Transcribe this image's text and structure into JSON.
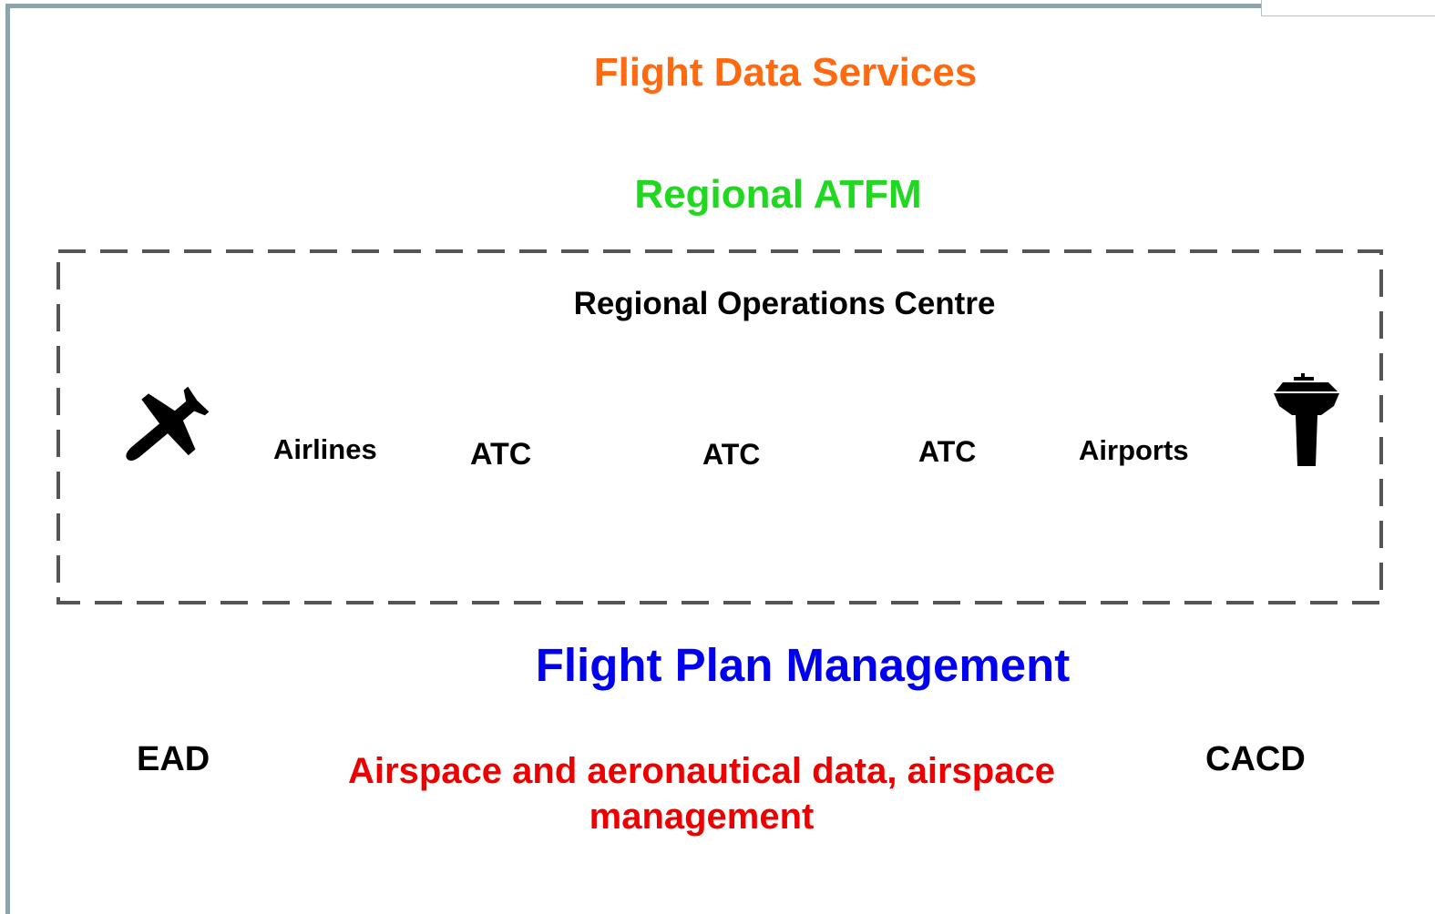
{
  "diagram": {
    "title_flight_data_services": "Flight Data Services",
    "title_regional_atfm": "Regional ATFM",
    "regional_operations_centre": {
      "label": "Regional Operations Centre",
      "members": {
        "airlines": "Airlines",
        "atc_1": "ATC",
        "atc_2": "ATC",
        "atc_3": "ATC",
        "airports": "Airports"
      },
      "icons": [
        "airplane-icon",
        "control-tower-icon"
      ]
    },
    "title_flight_plan_management": "Flight Plan Management",
    "ead": "EAD",
    "cacd": "CACD",
    "airspace_data": "Airspace and aeronautical data, airspace management"
  },
  "colors": {
    "flight_data_services": "#ff6a10",
    "regional_atfm": "#1fd81f",
    "flight_plan_management": "#0000ee",
    "airspace_data": "#ee0000",
    "frame": "#8ea4aa",
    "dashed_box": "#555555"
  }
}
